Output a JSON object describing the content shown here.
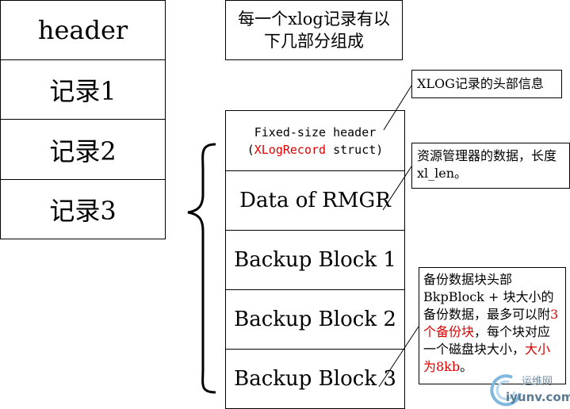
{
  "left_stack": {
    "items": [
      "header",
      "记录1",
      "记录2",
      "记录3"
    ]
  },
  "top_note": {
    "text": "每一个xlog记录有以下几部分组成"
  },
  "record_parts": {
    "fixed_header_line1": "Fixed-size header",
    "fixed_header_open": "(",
    "fixed_header_struct": "XLogRecord",
    "fixed_header_close": " struct)",
    "data_of_rmgr": "Data of RMGR",
    "backup_block_1": "Backup Block 1",
    "backup_block_2": "Backup Block 2",
    "backup_block_3": "Backup Block 3"
  },
  "callouts": {
    "xlog_header_note": "XLOG记录的头部信息",
    "rmgr_note": "资源管理器的数据，长度xl_len。",
    "backup_note_part1": "备份数据块头部BkpBlock + 块大小的备份数据，最多可以附",
    "backup_note_red1": "3个备份块",
    "backup_note_part2": "，每个块对应一个磁盘块大小，",
    "backup_note_red2": "大小为8kb",
    "backup_note_part3": "。"
  },
  "watermark": {
    "title": "运维网",
    "domain": "iyunv.com"
  },
  "colors": {
    "highlight": "#e00000",
    "border": "#000000"
  }
}
